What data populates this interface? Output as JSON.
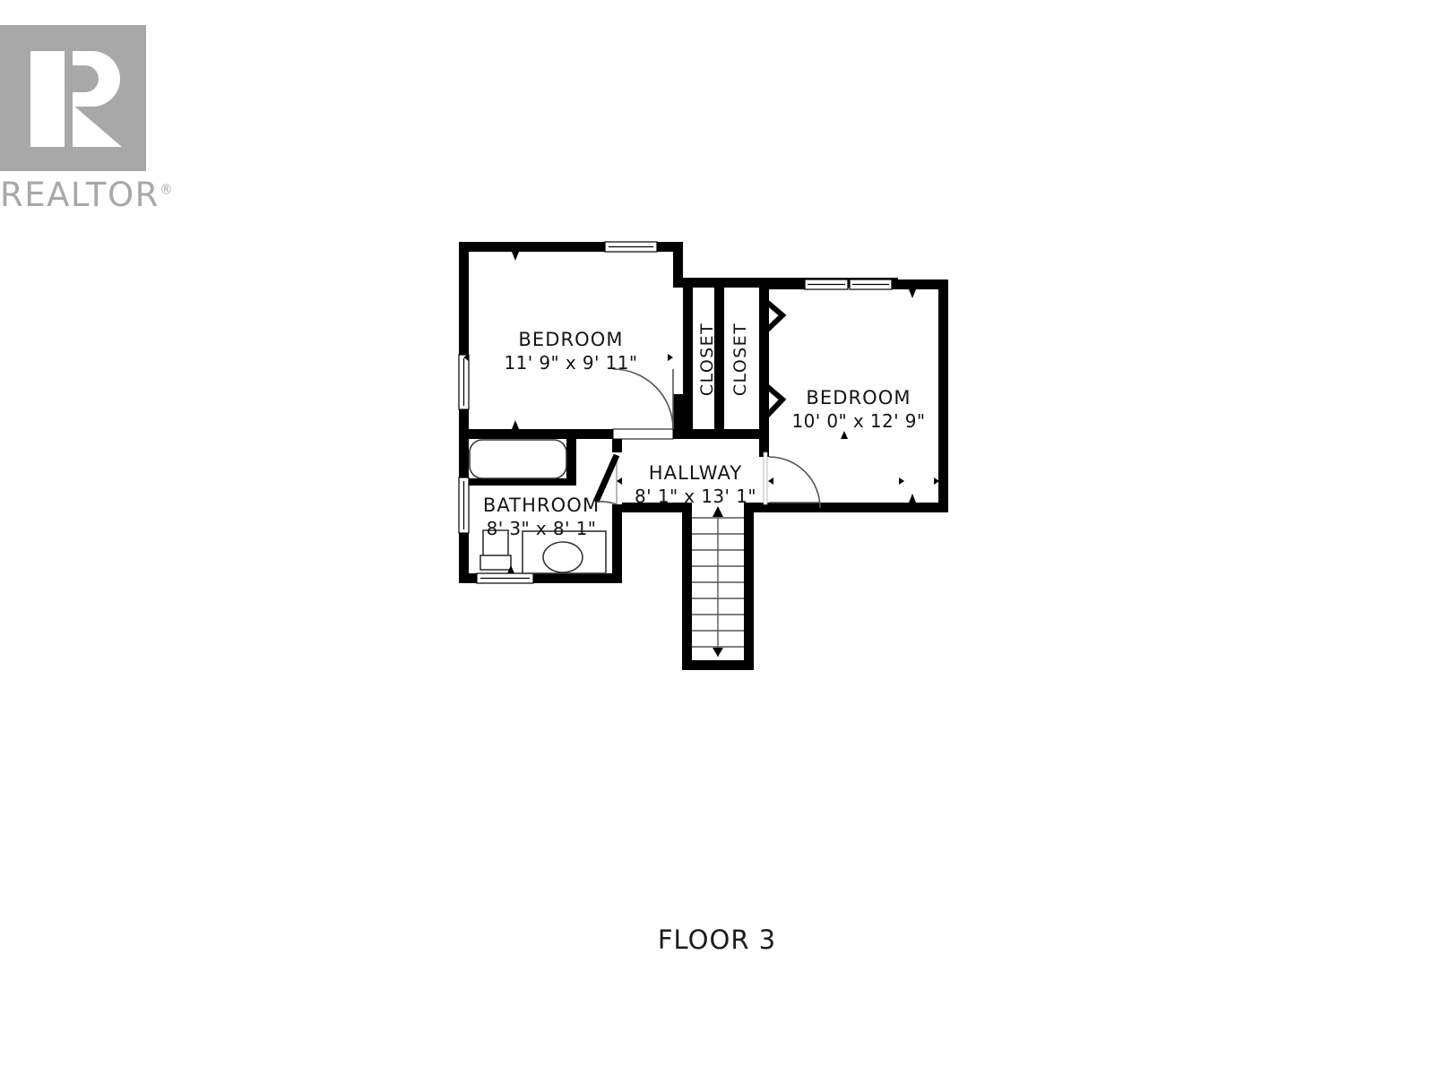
{
  "logo": {
    "mark_name": "realtor-r-mark",
    "wordmark": "REALTOR",
    "registered_symbol": "®",
    "color": "#a8a8a8"
  },
  "floorplan": {
    "title": "FLOOR 3",
    "line_color": "#000000",
    "fill_color": "#ffffff",
    "rooms": [
      {
        "name": "BEDROOM",
        "dimensions": "11' 9\" x 9' 11\""
      },
      {
        "name": "BEDROOM",
        "dimensions": "10' 0\" x 12' 9\""
      },
      {
        "name": "HALLWAY",
        "dimensions": "8' 1\" x 13' 1\""
      },
      {
        "name": "BATHROOM",
        "dimensions": "8' 3\" x 8' 1\""
      }
    ],
    "closets": [
      {
        "name": "CLOSET"
      },
      {
        "name": "CLOSET"
      }
    ],
    "fixtures": [
      {
        "name": "bathtub"
      },
      {
        "name": "toilet"
      },
      {
        "name": "vanity-sink"
      },
      {
        "name": "staircase"
      }
    ],
    "stairs": {
      "tread_count": 10,
      "up_marker": "▲",
      "down_marker": "▼"
    }
  }
}
